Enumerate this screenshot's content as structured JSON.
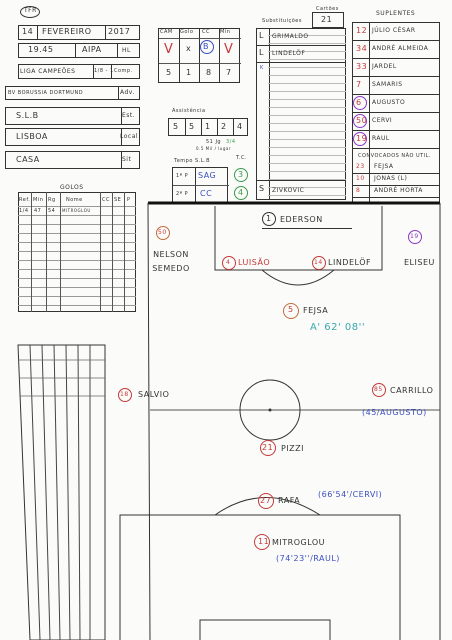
{
  "header": {
    "tag": "TFR",
    "date_day": "14",
    "date_month": "FEVEREIRO",
    "date_year": "2017",
    "time": "19.45",
    "tv": "AIPA",
    "hl": "HL",
    "competition": "LIGA CAMPEÕES",
    "round": "1/8 - 1",
    "comp_label": "Comp.",
    "opponent": "BV BORUSSIA DORTMUND",
    "opponent_label": "Adv.",
    "stadium": "S.L.B",
    "stadium_label": "Est.",
    "city": "LISBOA",
    "city_label": "Local",
    "venue": "CASA",
    "venue_label": "Sit"
  },
  "result": {
    "headers": [
      "CAM",
      "Golo",
      "CC",
      "Min"
    ],
    "v": "V",
    "x": "x",
    "b": "B",
    "v2": "V",
    "row2": [
      "5",
      "1",
      "8",
      "7"
    ]
  },
  "assist": {
    "label": "Assistência",
    "digits": [
      "5",
      "5",
      "1",
      "2",
      "4"
    ],
    "sub1": "51 Jg",
    "sub2": "3/4",
    "sub3": "0.5 Mil / lugar"
  },
  "tempo": {
    "label": "Tempo S.L.B",
    "tc_label": "T.C.",
    "first": "1ª P",
    "first_val": "SAG",
    "first_tc": "3",
    "second": "2ª P",
    "second_val": "CC",
    "second_tc": "4"
  },
  "substitutions": {
    "title": "Substituições",
    "cards_label": "Cartões",
    "cards_value": "21",
    "rows": [
      {
        "tag": "L",
        "name": "GRIMALDO"
      },
      {
        "tag": "L",
        "name": "LINDELÖF"
      },
      {
        "tag": "K",
        "name": ""
      }
    ],
    "last_tag": "S",
    "last_name": "ZIVKOVIC"
  },
  "suplentes": {
    "title": "SUPLENTES",
    "rows": [
      {
        "num": "12",
        "name": "JÚLIO CÉSAR"
      },
      {
        "num": "34",
        "name": "ANDRÉ ALMEIDA"
      },
      {
        "num": "33",
        "name": "JARDEL"
      },
      {
        "num": "7",
        "name": "SAMARIS"
      },
      {
        "num": "6",
        "name": "AUGUSTO"
      },
      {
        "num": "50",
        "name": "CERVI"
      },
      {
        "num": "19",
        "name": "RAUL"
      }
    ],
    "not_used_title": "CONVOCADOS NÃO UTIL.",
    "not_used": [
      {
        "num": "23",
        "name": "FEJSA"
      },
      {
        "num": "10",
        "name": "JONAS (L)"
      },
      {
        "num": "8",
        "name": "ANDRÉ HORTA"
      }
    ]
  },
  "golos": {
    "title": "GOLOS",
    "headers": [
      "Ref.",
      "Min",
      "Rg",
      "Nome",
      "CC",
      "SE",
      "P"
    ],
    "first_row": [
      "1/4",
      "47",
      "54",
      "MITROGLOU"
    ]
  },
  "players": {
    "gk": {
      "num": "1",
      "name": "EDERSON"
    },
    "rb": {
      "num": "50",
      "name": "NELSON SEMEDO"
    },
    "cb1": {
      "num": "4",
      "name": "LUISÃO"
    },
    "cb2": {
      "num": "14",
      "name": "LINDELÖF"
    },
    "lb": {
      "num": "19",
      "name": "ELISEU"
    },
    "dm": {
      "num": "5",
      "name": "FEJSA",
      "note": "A' 62' 08''"
    },
    "rw": {
      "num": "18",
      "name": "SALVIO"
    },
    "lw": {
      "num": "85",
      "name": "CARRILLO",
      "note": "(45/AUGUSTO)"
    },
    "cm": {
      "num": "21",
      "name": "PIZZI"
    },
    "st1": {
      "num": "27",
      "name": "RAFA",
      "note": "(66'54'/CERVI)"
    },
    "st2": {
      "num": "11",
      "name": "MITROGLOU",
      "note": "(74'23''/RAUL)"
    }
  }
}
